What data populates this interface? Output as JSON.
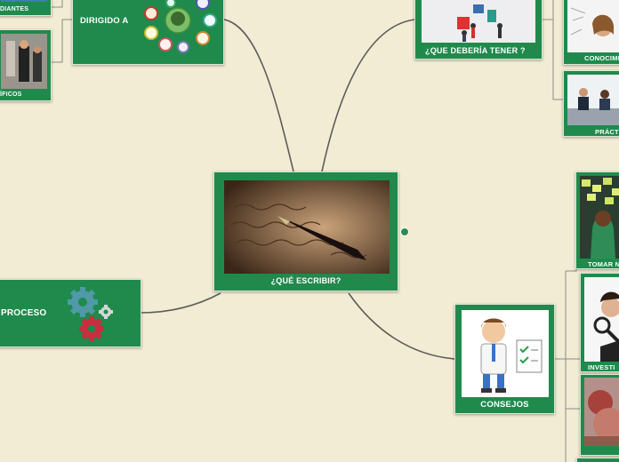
{
  "central": {
    "label": "¿QUÉ ESCRIBIR?"
  },
  "nodes": {
    "estudiantes": "DIANTES",
    "cientificos": "ÍFICOS",
    "dirigido": "DIRIGIDO A",
    "deberia": "¿QUE DEBERÍA TENER ?",
    "conocimiento": "CONOCIMI",
    "practica": "PRÁCTI",
    "tomar": "TOMAR N",
    "proceso": "PROCESO",
    "consejos": "CONSEJOS",
    "investigar": "INVESTI"
  },
  "colors": {
    "background": "#f2ecd4",
    "node": "#1f8a4c",
    "link": "#5a5a5a"
  }
}
